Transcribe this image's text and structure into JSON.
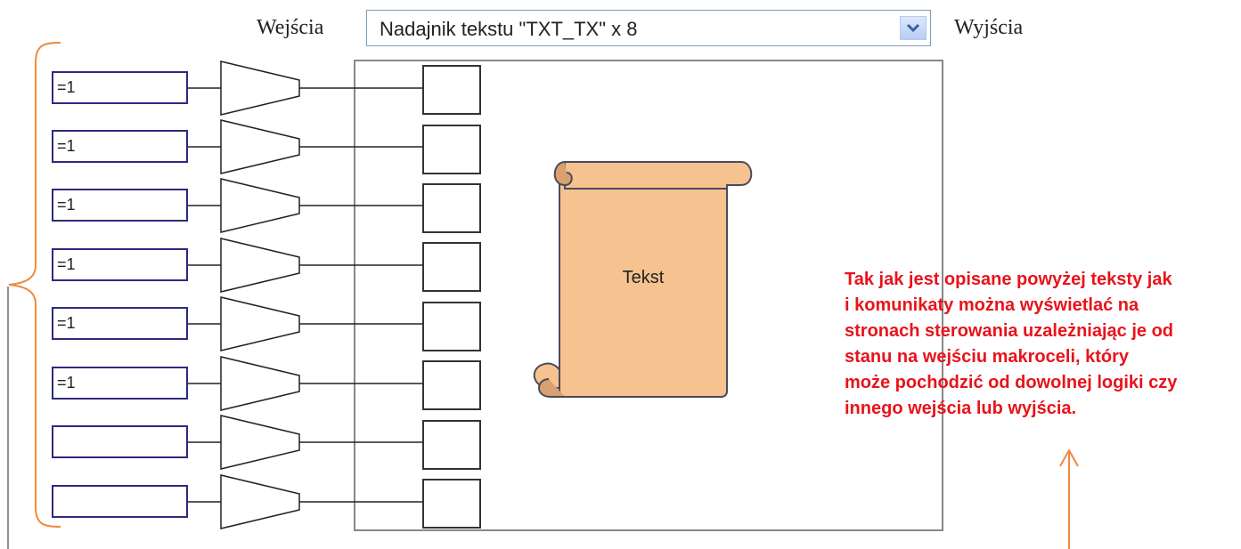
{
  "header": {
    "inputs_label": "Wejścia",
    "outputs_label": "Wyjścia",
    "dropdown_value": "Nadajnik tekstu \"TXT_TX\" x 8"
  },
  "inputs": [
    "=1",
    "=1",
    "=1",
    "=1",
    "=1",
    "=1",
    "",
    ""
  ],
  "scroll_text": "Tekst",
  "annotation": {
    "lines": [
      " Tak jak jest opisane powyżej teksty jak",
      "i komunikaty można wyświetlać na",
      "stronach sterowania uzależniając je od",
      "stanu na wejściu  makroceli, który",
      "może pochodzić od dowolnej logiki czy",
      "innego wejścia lub wyjścia."
    ]
  },
  "colors": {
    "annotation_text": "#e8131b",
    "bracket_arrow": "#f08a3e",
    "field_border": "#2d2a80",
    "scroll_fill": "#f6c28f"
  },
  "icons": {
    "dropdown": "chevron-down-icon",
    "output": "text-transmitter-scroll-icon",
    "scroll": "scroll-icon",
    "arrow": "arrow-up-icon"
  }
}
